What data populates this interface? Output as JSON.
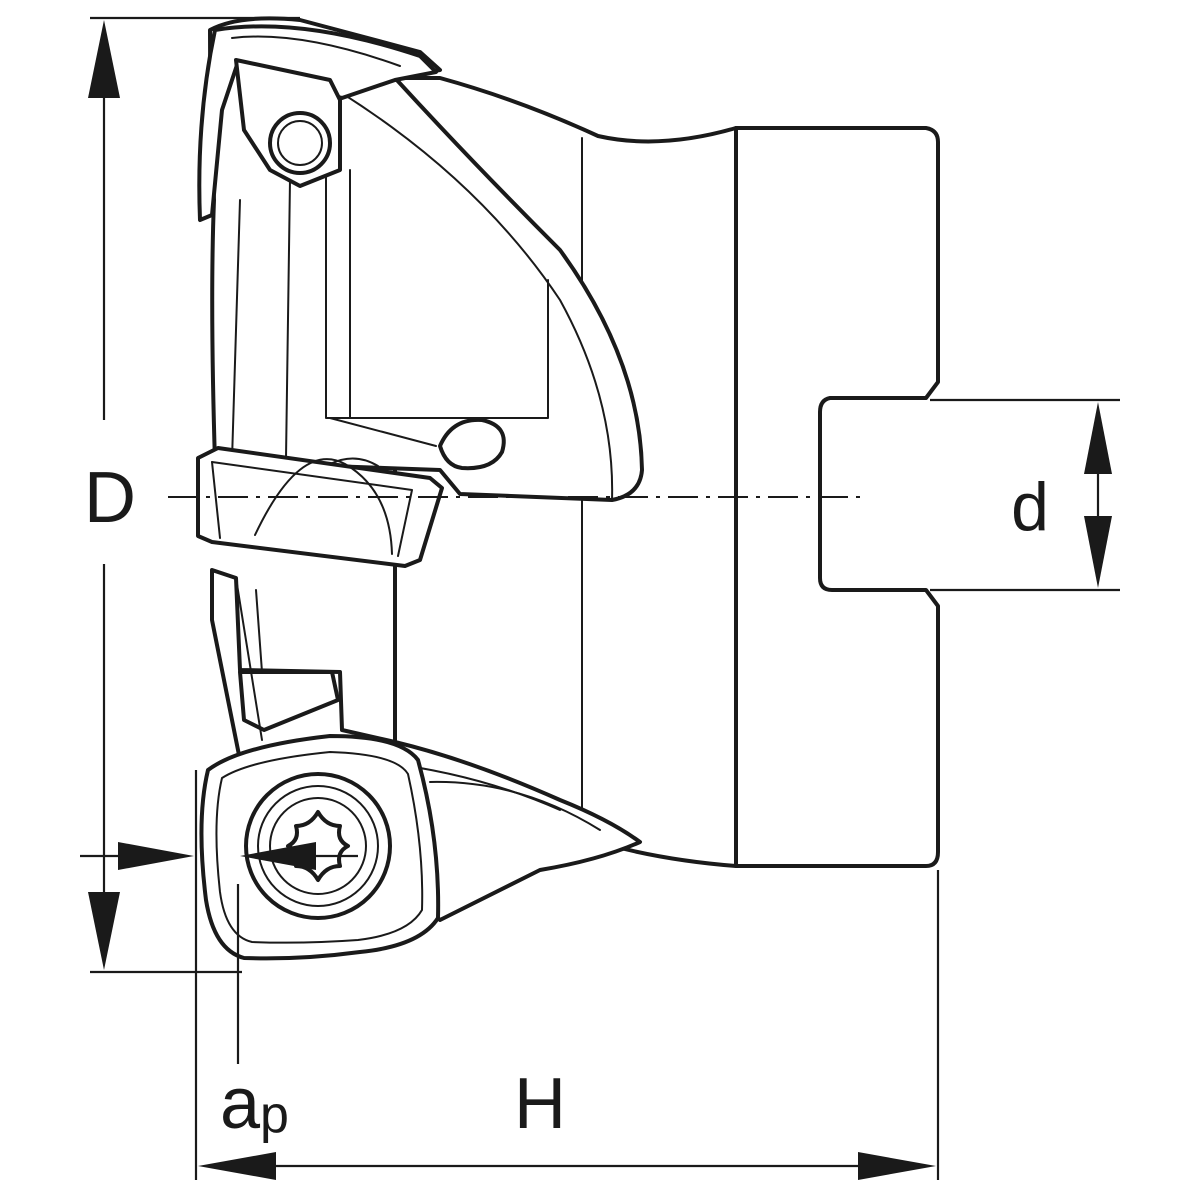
{
  "diagram": {
    "subject": "milling-cutter-with-indexable-inserts",
    "labels": {
      "D": "D",
      "d": "d",
      "ap_main": "a",
      "ap_sub": "p",
      "H": "H"
    },
    "colors": {
      "line": "#1a1a1a",
      "background": "#ffffff"
    }
  }
}
